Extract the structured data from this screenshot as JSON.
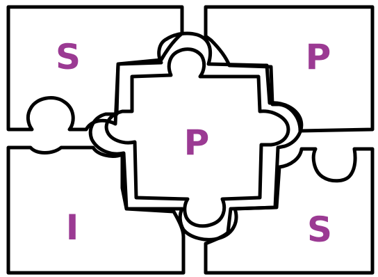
{
  "letter_color": "#9b3a93",
  "outline_color": "#000000",
  "pieces": {
    "top_left": {
      "letter": "S"
    },
    "top_right": {
      "letter": "P"
    },
    "bottom_left": {
      "letter": "I"
    },
    "bottom_right": {
      "letter": "S"
    },
    "center": {
      "letter": "P"
    }
  }
}
